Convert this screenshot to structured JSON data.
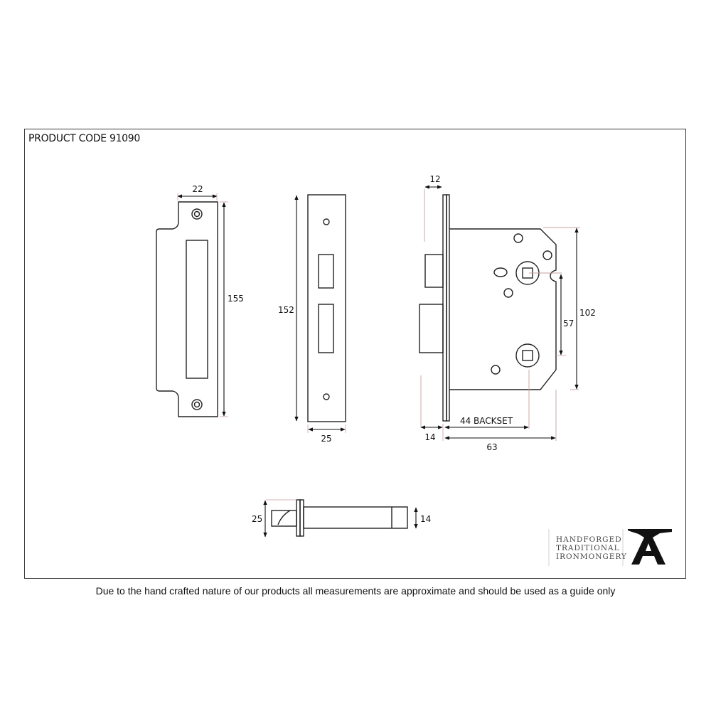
{
  "header": {
    "product_code": "PRODUCT CODE 91090"
  },
  "views": {
    "striking_plate": {
      "width": "22",
      "height": "155"
    },
    "forend_plate": {
      "height": "152",
      "width": "25"
    },
    "lock_body": {
      "forend_thickness": "12",
      "spindle_centres": "57",
      "case_height": "102",
      "latch_projection": "14",
      "backset": "44 BACKSET",
      "case_depth": "63"
    },
    "bolt_side_view": {
      "height": "25",
      "tail_height": "14"
    }
  },
  "brand": {
    "lines": [
      "HANDFORGED",
      "TRADITIONAL",
      "IRONMONGERY"
    ],
    "logo": "anvil-icon"
  },
  "footer": {
    "disclaimer": "Due to the hand crafted nature of our products all measurements are approximate and should be used as a guide only"
  },
  "colors": {
    "line": "#222222",
    "extension_line": "#c9a0a0",
    "frame": "#3a3a3a"
  }
}
